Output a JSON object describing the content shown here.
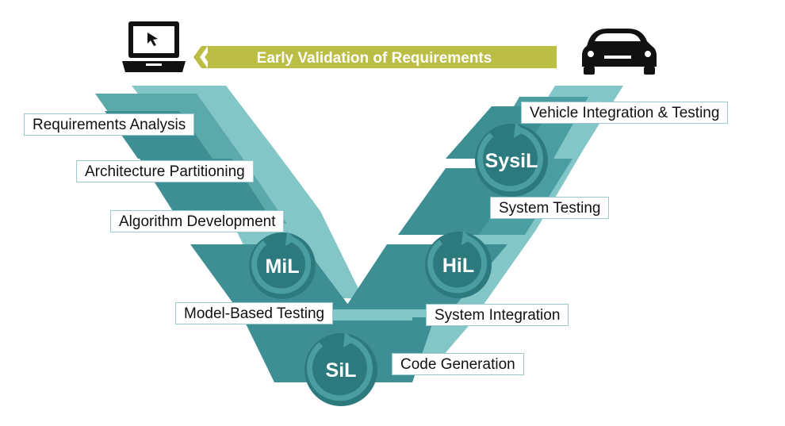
{
  "banner": {
    "text": "Early Validation of Requirements"
  },
  "icons": {
    "left": "laptop-icon",
    "right": "car-icon",
    "banner_arrow": "double-chevron-left-icon"
  },
  "left_stages": [
    {
      "label": "Requirements Analysis"
    },
    {
      "label": "Architecture Partitioning"
    },
    {
      "label": "Algorithm Development"
    },
    {
      "label": "Model-Based Testing"
    }
  ],
  "right_stages": [
    {
      "label": "Vehicle Integration & Testing"
    },
    {
      "label": "System Testing"
    },
    {
      "label": "System Integration"
    },
    {
      "label": "Code Generation"
    }
  ],
  "loops": {
    "mil": "MiL",
    "sil": "SiL",
    "hil": "HiL",
    "sysil": "SysiL"
  },
  "colors": {
    "dark_teal": "#3d8f93",
    "mid_teal": "#55a6a9",
    "light_teal": "#82c6c8",
    "circle_teal": "#2d7a7e",
    "banner_olive": "#bcbd45",
    "icon_black": "#111111"
  }
}
